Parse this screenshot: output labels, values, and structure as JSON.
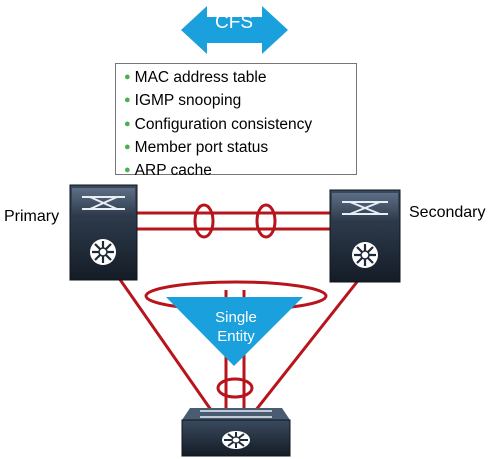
{
  "cfs": {
    "label": "CFS"
  },
  "features": {
    "items": [
      "MAC address table",
      "IGMP snooping",
      "Configuration consistency",
      "Member port status",
      "ARP cache"
    ]
  },
  "switches": {
    "primary_label": "Primary",
    "secondary_label": "Secondary"
  },
  "entity": {
    "line1": "Single",
    "line2": "Entity"
  },
  "colors": {
    "link_red": "#b8141c",
    "arrow_blue": "#1aa0dc",
    "switch_dark": "#1e2a38",
    "bullet_green": "#4caf50"
  }
}
